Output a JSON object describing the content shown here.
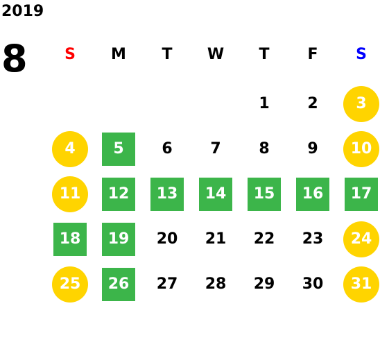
{
  "year": "2019",
  "month": "8",
  "weekdays": [
    {
      "label": "S",
      "type": "sun"
    },
    {
      "label": "M",
      "type": "normal"
    },
    {
      "label": "T",
      "type": "normal"
    },
    {
      "label": "W",
      "type": "normal"
    },
    {
      "label": "T",
      "type": "normal"
    },
    {
      "label": "F",
      "type": "normal"
    },
    {
      "label": "S",
      "type": "sat"
    }
  ],
  "colors": {
    "sunday_label": "#ff0000",
    "saturday_label": "#0000ff",
    "weekend_circle": "#ffd400",
    "green_block": "#3cb54a",
    "default_text": "#000000",
    "highlight_text": "#ffffff"
  },
  "weeks": [
    [
      {
        "day": ""
      },
      {
        "day": ""
      },
      {
        "day": ""
      },
      {
        "day": ""
      },
      {
        "day": "1"
      },
      {
        "day": "2"
      },
      {
        "day": "3",
        "style": "weekend"
      }
    ],
    [
      {
        "day": "4",
        "style": "weekend"
      },
      {
        "day": "5",
        "style": "green"
      },
      {
        "day": "6"
      },
      {
        "day": "7"
      },
      {
        "day": "8"
      },
      {
        "day": "9"
      },
      {
        "day": "10",
        "style": "weekend"
      }
    ],
    [
      {
        "day": "11",
        "style": "weekend"
      },
      {
        "day": "12",
        "style": "green"
      },
      {
        "day": "13",
        "style": "green"
      },
      {
        "day": "14",
        "style": "green"
      },
      {
        "day": "15",
        "style": "green"
      },
      {
        "day": "16",
        "style": "green"
      },
      {
        "day": "17",
        "style": "green"
      }
    ],
    [
      {
        "day": "18",
        "style": "green"
      },
      {
        "day": "19",
        "style": "green"
      },
      {
        "day": "20"
      },
      {
        "day": "21"
      },
      {
        "day": "22"
      },
      {
        "day": "23"
      },
      {
        "day": "24",
        "style": "weekend"
      }
    ],
    [
      {
        "day": "25",
        "style": "weekend"
      },
      {
        "day": "26",
        "style": "green"
      },
      {
        "day": "27"
      },
      {
        "day": "28"
      },
      {
        "day": "29"
      },
      {
        "day": "30"
      },
      {
        "day": "31",
        "style": "weekend"
      }
    ]
  ]
}
